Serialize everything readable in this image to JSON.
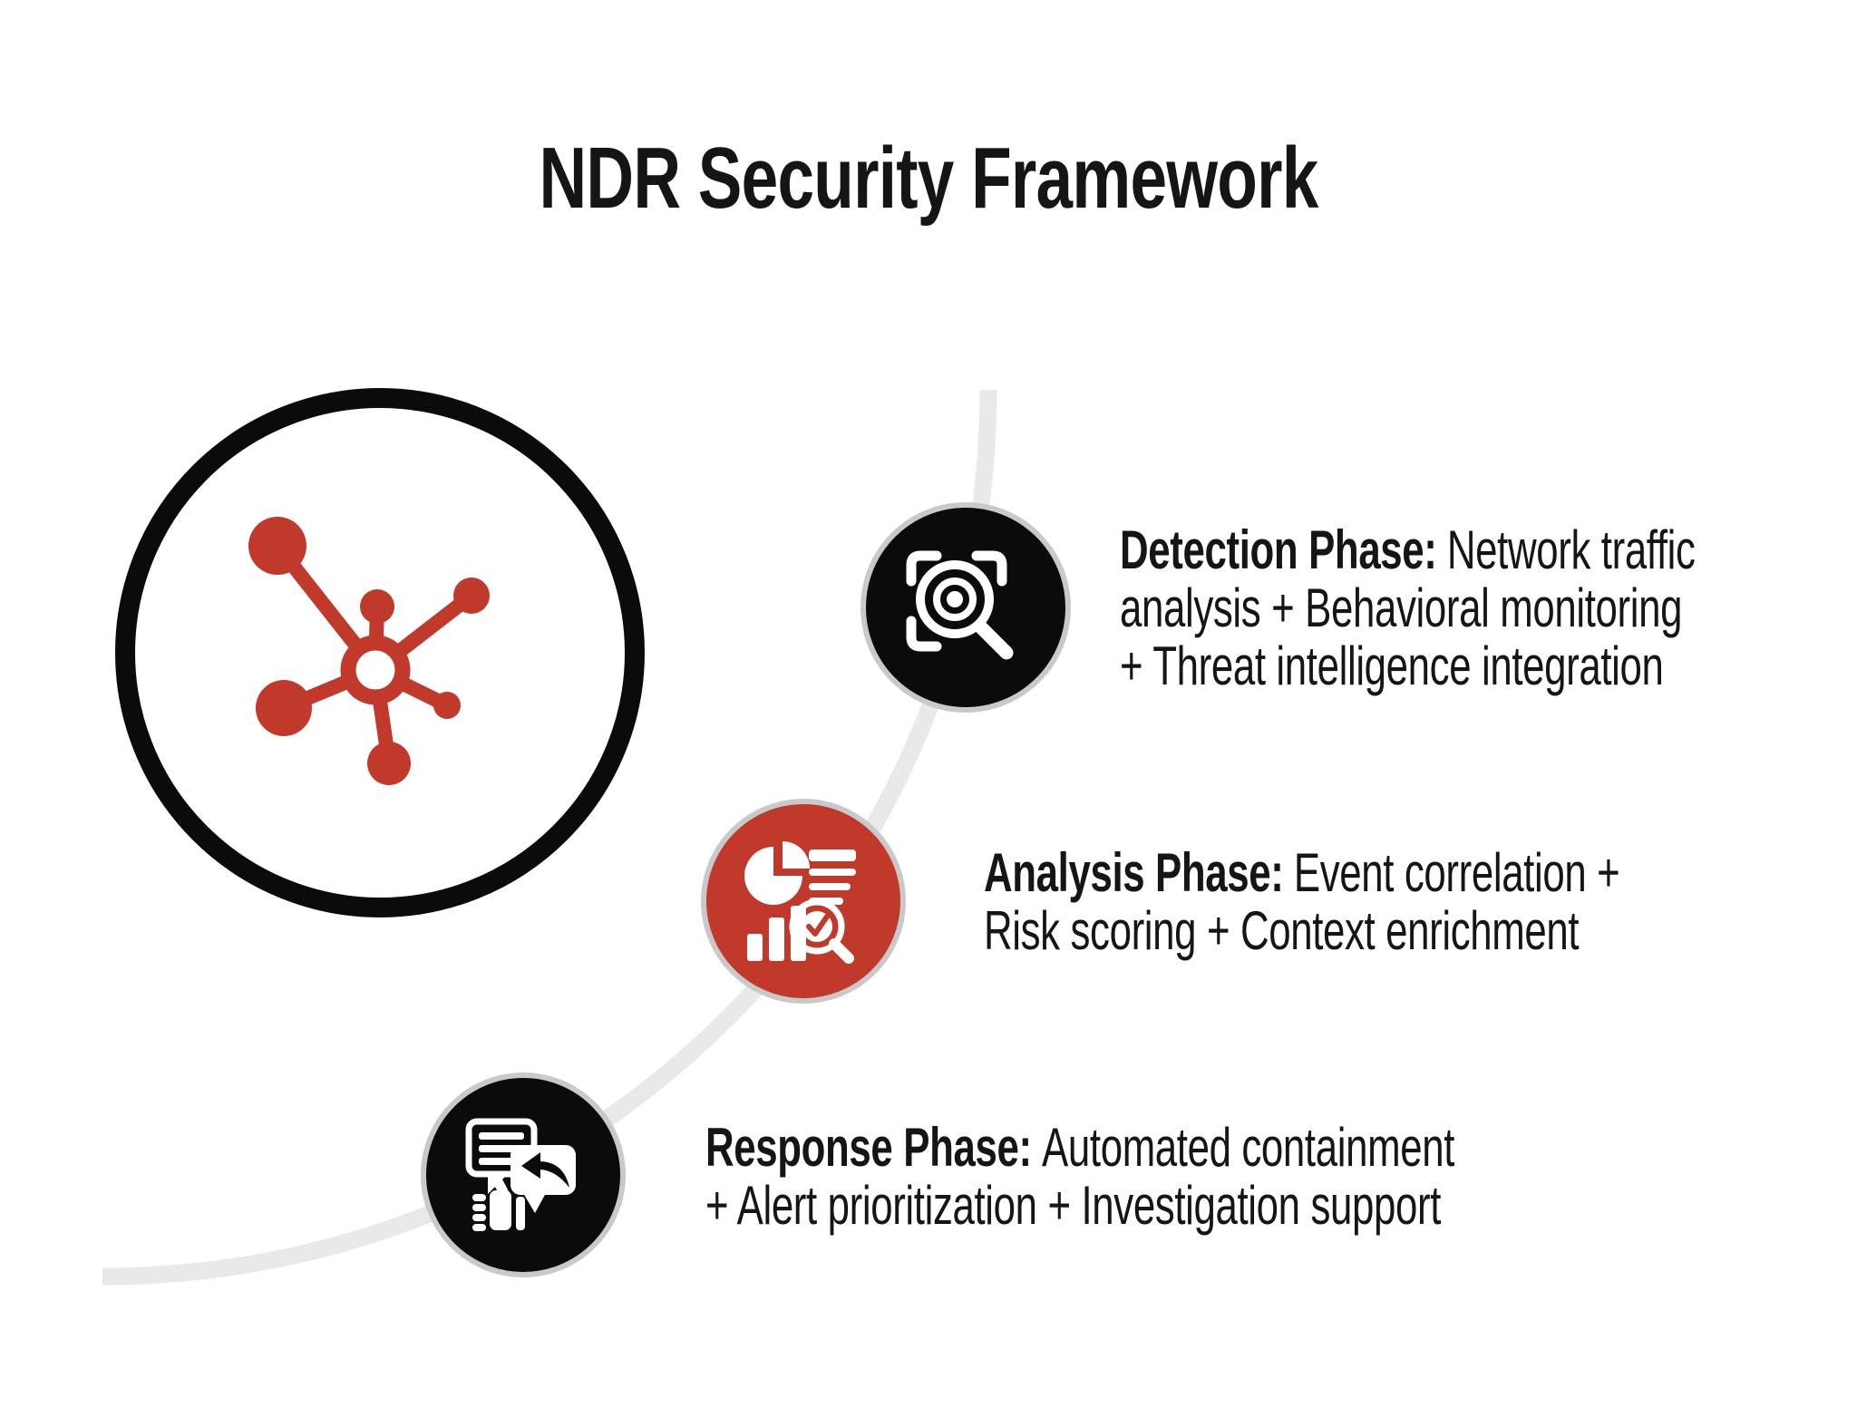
{
  "title": "NDR Security Framework",
  "colors": {
    "accent_red": "#C0392B",
    "ink": "#0B0B0B",
    "ring_gray": "#C9C9C9",
    "curve_gray": "#E9E9E9",
    "text": "#151515"
  },
  "hub": {
    "icon": "network-hub-icon"
  },
  "phases": [
    {
      "id": "detection",
      "label": "Detection Phase:",
      "desc_lines": [
        "Network traffic",
        "analysis + Behavioral monitoring",
        "+ Threat intelligence integration"
      ],
      "icon": "scan-target-magnifier-icon",
      "circle_color": "#0B0B0B"
    },
    {
      "id": "analysis",
      "label": "Analysis Phase:",
      "desc_lines": [
        "Event correlation +",
        "Risk scoring + Context enrichment"
      ],
      "icon": "analytics-report-magnifier-icon",
      "circle_color": "#C0392B"
    },
    {
      "id": "response",
      "label": "Response Phase:",
      "desc_lines": [
        "Automated containment",
        "+ Alert prioritization + Investigation support"
      ],
      "icon": "feedback-reply-thumbsup-icon",
      "circle_color": "#0B0B0B"
    }
  ]
}
